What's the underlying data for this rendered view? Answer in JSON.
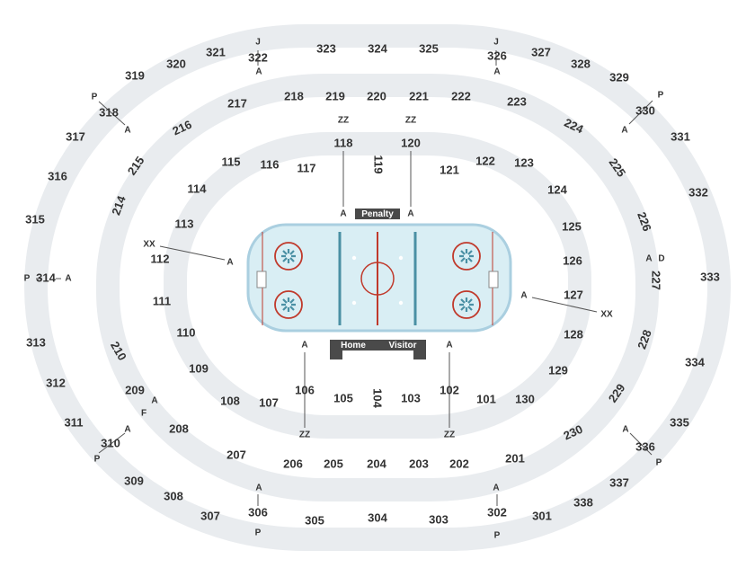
{
  "rink": {
    "penalty_label": "Penalty",
    "home_label": "Home",
    "visitor_label": "Visitor",
    "colors": {
      "ice": "#d9eef4",
      "board": "#aacfe0",
      "red": "#c0392b",
      "blue": "#4a90a4",
      "bench": "#4a4a4a"
    }
  },
  "sections": [
    "101",
    "102",
    "103",
    "104",
    "105",
    "106",
    "107",
    "108",
    "109",
    "110",
    "111",
    "112",
    "113",
    "114",
    "115",
    "116",
    "117",
    "118",
    "119",
    "120",
    "121",
    "122",
    "123",
    "124",
    "125",
    "126",
    "127",
    "128",
    "129",
    "130",
    "201",
    "202",
    "203",
    "204",
    "205",
    "206",
    "207",
    "208",
    "209",
    "210",
    "214",
    "215",
    "216",
    "217",
    "218",
    "219",
    "220",
    "221",
    "222",
    "223",
    "224",
    "225",
    "226",
    "227",
    "228",
    "229",
    "230",
    "301",
    "302",
    "303",
    "304",
    "305",
    "306",
    "307",
    "308",
    "309",
    "310",
    "311",
    "312",
    "313",
    "314",
    "315",
    "316",
    "317",
    "318",
    "319",
    "320",
    "321",
    "322",
    "323",
    "324",
    "325",
    "326",
    "327",
    "328",
    "329",
    "330",
    "331",
    "332",
    "333",
    "334",
    "335",
    "336",
    "337",
    "338"
  ],
  "markers": {
    "a": "A",
    "p": "P",
    "j": "J",
    "d": "D",
    "f": "F",
    "zz": "ZZ",
    "xx": "XX"
  }
}
